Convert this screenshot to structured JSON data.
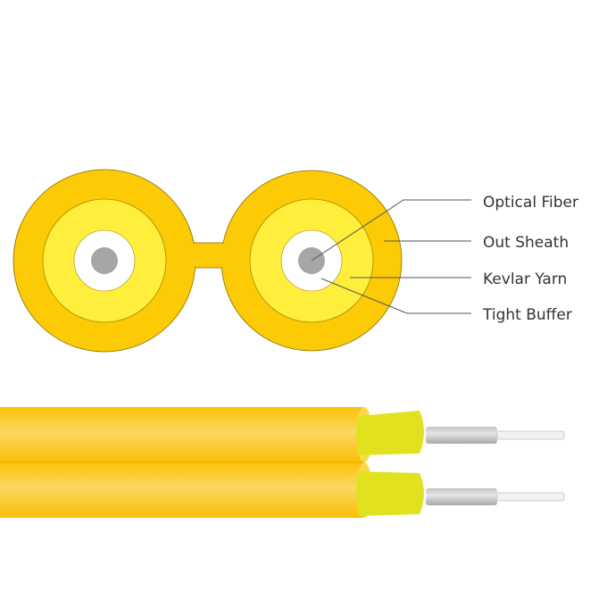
{
  "labels": {
    "optical_fiber": "Optical Fiber",
    "out_sheath": "Out Sheath",
    "kevlar_yarn": "Kevlar Yarn",
    "tight_buffer": "Tight Buffer"
  },
  "colors": {
    "sheath": "#FCCB05",
    "kevlar": "#FFEE3C",
    "buffer": "#FFFFFF",
    "fiber": "#A6A6A6",
    "kevlar_side": "#E2E11F",
    "leader_line": "#555555"
  }
}
